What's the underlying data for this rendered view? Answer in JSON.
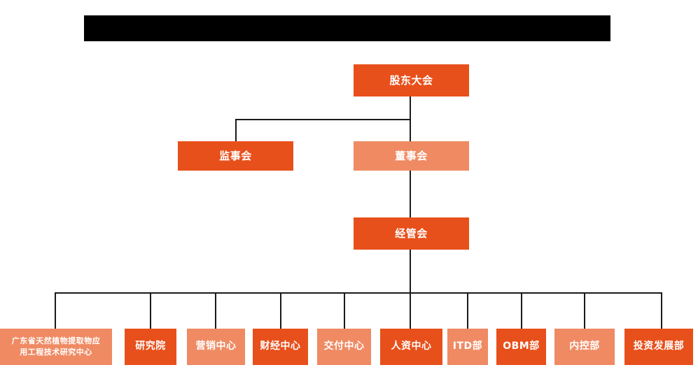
{
  "meta": {
    "title_bar": {
      "label": "",
      "redacted": true,
      "color": "#000000"
    },
    "background": "#FFFFFF"
  },
  "palette": {
    "dark_orange": "#E8501B",
    "light_orange": "#EF8A63",
    "connector": "#1A1A1A",
    "text": "#FFFFFF"
  },
  "chart_data": {
    "type": "diagram",
    "diagram_kind": "organization-chart",
    "title": "",
    "nodes": [
      {
        "id": "n1",
        "label": "股东大会",
        "level": 1,
        "tone": "dark"
      },
      {
        "id": "n2",
        "label": "监事会",
        "level": 2,
        "tone": "dark"
      },
      {
        "id": "n3",
        "label": "董事会",
        "level": 2,
        "tone": "light"
      },
      {
        "id": "n4",
        "label": "经管会",
        "level": 3,
        "tone": "dark"
      },
      {
        "id": "d1",
        "label": "广东省天然植物提取物应用工程技术研究中心",
        "level": 4,
        "tone": "light"
      },
      {
        "id": "d2",
        "label": "研究院",
        "level": 4,
        "tone": "dark"
      },
      {
        "id": "d3",
        "label": "营销中心",
        "level": 4,
        "tone": "light"
      },
      {
        "id": "d4",
        "label": "财经中心",
        "level": 4,
        "tone": "dark"
      },
      {
        "id": "d5",
        "label": "交付中心",
        "level": 4,
        "tone": "light"
      },
      {
        "id": "d6",
        "label": "人资中心",
        "level": 4,
        "tone": "dark"
      },
      {
        "id": "d7",
        "label": "ITD部",
        "level": 4,
        "tone": "light"
      },
      {
        "id": "d8",
        "label": "OBM部",
        "level": 4,
        "tone": "dark"
      },
      {
        "id": "d9",
        "label": "内控部",
        "level": 4,
        "tone": "light"
      },
      {
        "id": "d10",
        "label": "投资发展部",
        "level": 4,
        "tone": "dark"
      }
    ],
    "edges": [
      {
        "from": "n1",
        "to": "n2"
      },
      {
        "from": "n1",
        "to": "n3"
      },
      {
        "from": "n3",
        "to": "n4"
      },
      {
        "from": "n4",
        "to": "d1"
      },
      {
        "from": "n4",
        "to": "d2"
      },
      {
        "from": "n4",
        "to": "d3"
      },
      {
        "from": "n4",
        "to": "d4"
      },
      {
        "from": "n4",
        "to": "d5"
      },
      {
        "from": "n4",
        "to": "d6"
      },
      {
        "from": "n4",
        "to": "d7"
      },
      {
        "from": "n4",
        "to": "d8"
      },
      {
        "from": "n4",
        "to": "d9"
      },
      {
        "from": "n4",
        "to": "d10"
      }
    ]
  },
  "nodes": {
    "shareholders_meeting": {
      "label": "股东大会"
    },
    "board_of_supervisors": {
      "label": "监事会"
    },
    "board_of_directors": {
      "label": "董事会"
    },
    "management_committee": {
      "label": "经管会"
    },
    "dept_research_center": {
      "label_line1": "广东省天然植物提取物应",
      "label_line2": "用工程技术研究中心"
    },
    "dept_institute": {
      "label": "研究院"
    },
    "dept_marketing": {
      "label": "营销中心"
    },
    "dept_finance": {
      "label": "财经中心"
    },
    "dept_delivery": {
      "label": "交付中心"
    },
    "dept_hr": {
      "label": "人资中心"
    },
    "dept_itd": {
      "label": "ITD部"
    },
    "dept_obm": {
      "label": "OBM部"
    },
    "dept_internal_control": {
      "label": "内控部"
    },
    "dept_investment": {
      "label": "投资发展部"
    }
  }
}
